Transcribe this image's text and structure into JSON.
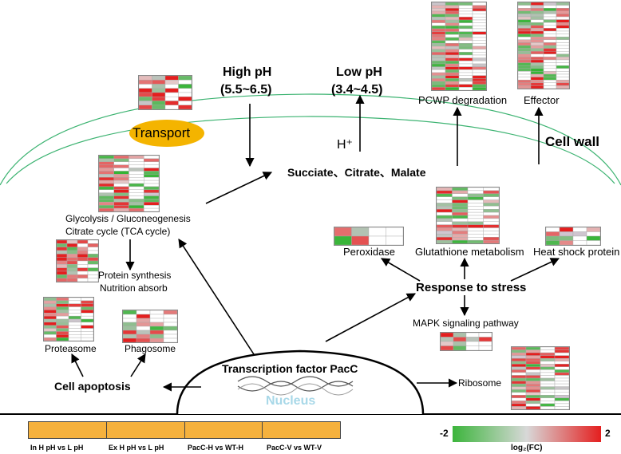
{
  "labels": {
    "high_ph_1": "High pH",
    "high_ph_2": "(5.5~6.5)",
    "low_ph_1": "Low pH",
    "low_ph_2": "(3.4~4.5)",
    "pcwp": "PCWP degradation",
    "effector": "Effector",
    "transport": "Transport",
    "h_plus": "H⁺",
    "cell_wall": "Cell wall",
    "acids": "Succiate、Citrate、Malate",
    "glycolysis_1": "Glycolysis / Gluconeogenesis",
    "glycolysis_2": "Citrate cycle (TCA cycle)",
    "protein_1": "Protein synthesis",
    "protein_2": "Nutrition absorb",
    "peroxidase": "Peroxidase",
    "glutathione": "Glutathione metabolism",
    "heat_shock": "Heat shock protein",
    "response": "Response to stress",
    "mapk": "MAPK signaling pathway",
    "proteasome": "Proteasome",
    "phagosome": "Phagosome",
    "apoptosis": "Cell apoptosis",
    "pacc": "Transcription factor PacC",
    "nucleus": "Nucleus",
    "ribosome": "Ribosome"
  },
  "legend": {
    "comparisons": [
      "In H pH vs L pH",
      "Ex H pH vs L pH",
      "PacC-H vs WT-H",
      "PacC-V vs WT-V"
    ],
    "scale_min": "-2",
    "scale_max": "2",
    "scale_label": "log₂(FC)"
  },
  "colors": {
    "transport_fill": "#f4b400",
    "cell_wall_line": "#3cb371",
    "nucleus_text": "#a8d8e8",
    "legend_bar": "#f5b13d",
    "down_regulated": "#3cb53c",
    "up_regulated": "#e41f1f"
  }
}
